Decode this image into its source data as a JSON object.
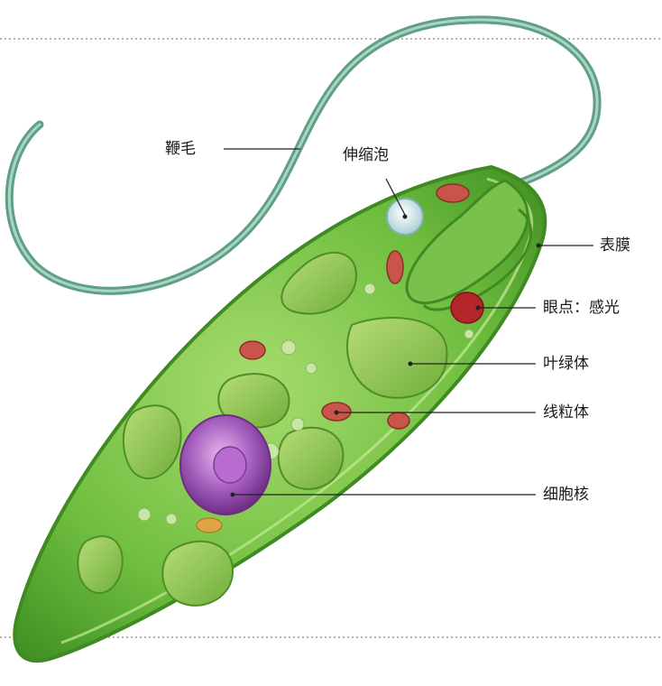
{
  "labels": {
    "flagellum": "鞭毛",
    "contractile_vacuole": "伸缩泡",
    "membrane": "表膜",
    "eyespot": "眼点：感光",
    "chloroplast": "叶绿体",
    "mitochondria": "线粒体",
    "nucleus": "细胞核"
  },
  "colors": {
    "cell_body": "#66b83c",
    "cell_outline": "#3f8a22",
    "flagellum": "#5f9f86",
    "nucleus": "#9b4fb4",
    "mitochondria": "#c9544a",
    "eyespot": "#b5262a",
    "chloroplast": "#8cc64e",
    "contractile_vacuole": "#d8eef0",
    "border_dots": "#9a9a9a"
  }
}
